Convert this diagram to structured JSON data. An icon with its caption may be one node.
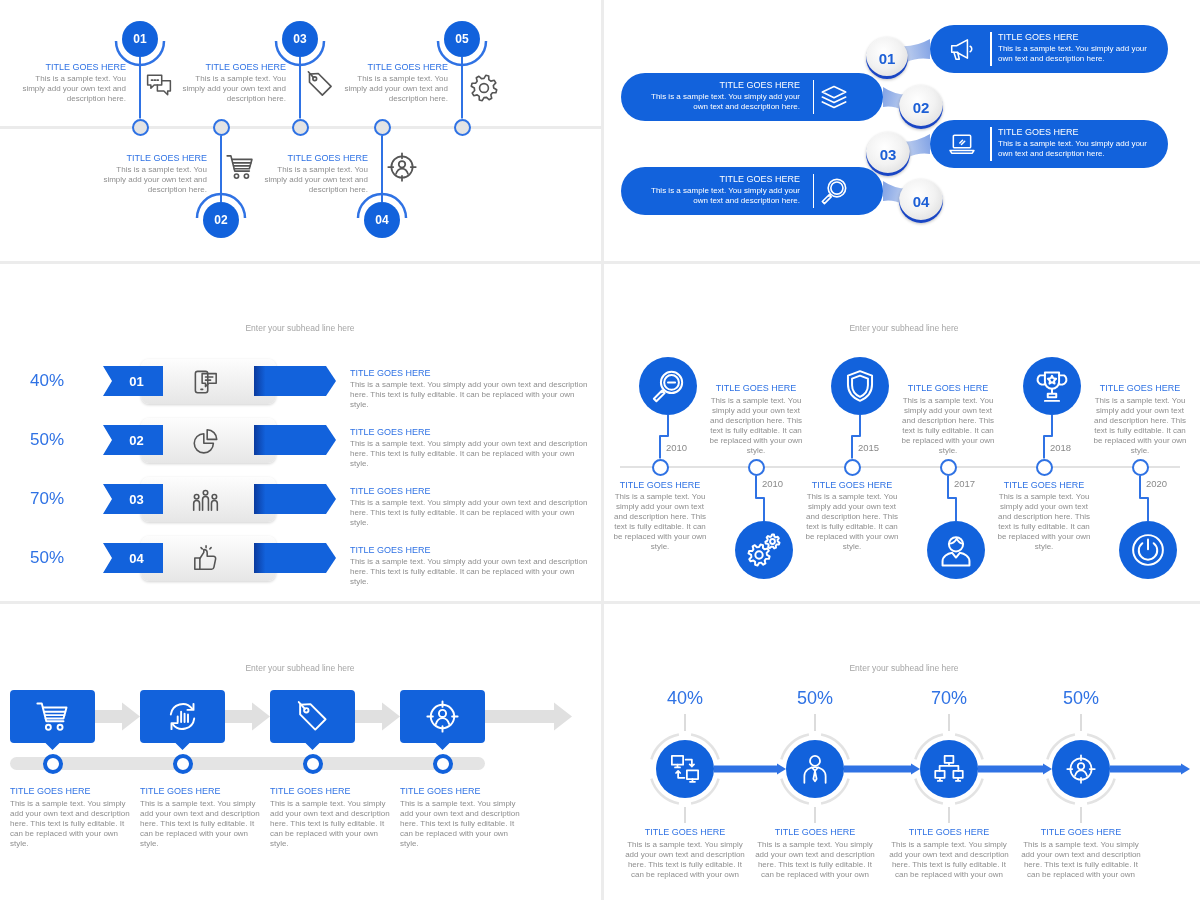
{
  "diagram": {
    "nodes": [
      {
        "text": [
          "01"
        ],
        "beside": [
          "TITLE GOES HERE",
          "This is a sample text. You simply add your own text and description here."
        ]
      },
      {
        "text": [],
        "shape": "circle"
      },
      {
        "text": [
          "02"
        ],
        "beside": [
          "TITLE GOES HERE",
          "This is a sample text. You simply add your own text and description here."
        ]
      },
      {
        "text": [],
        "shape": "circle"
      },
      {
        "text": [
          "03"
        ],
        "beside": [
          "TITLE GOES HERE",
          "This is a sample text. You simply add your own text and description here."
        ]
      },
      {
        "text": [],
        "shape": "circle"
      },
      {
        "text": [
          "04"
        ],
        "beside": [
          "TITLE GOES HERE",
          "This is a sample text. You simply add your own text and description here."
        ]
      },
      {
        "text": [],
        "shape": "circle"
      },
      {
        "text": [
          "05"
        ],
        "beside": [
          "TITLE GOES HERE",
          "This is a sample text. You simply add your own text and description here."
        ]
      },
      {
        "text": [],
        "shape": "circle"
      },
      {
        "text": [
          "01"
        ]
      },
      {
        "text": [
          "TITLE GOES HERE",
          "This is a sample text. You simply add your own text and description here."
        ]
      },
      {
        "text": [
          "TITLE GOES HERE",
          "This is a sample text. You simply add your own text and description here."
        ]
      },
      {
        "text": [
          "02"
        ]
      },
      {
        "text": [
          "03"
        ]
      },
      {
        "text": [
          "TITLE GOES HERE",
          "This is a sample text. You simply add your own text and description here."
        ]
      },
      {
        "text": [
          "TITLE GOES HERE",
          "This is a sample text. You simply add your own text and description here."
        ]
      },
      {
        "text": [
          "04"
        ]
      },
      {
        "text": [
          "01"
        ],
        "beside": [
          "40%",
          "TITLE GOES HERE",
          "This is a sample text. You simply add your own text and description here. This text is fully editable. It can be replaced with your own style."
        ]
      },
      {
        "text": [
          "02"
        ],
        "beside": [
          "50%",
          "TITLE GOES HERE",
          "This is a sample text. You simply add your own text and description here. This text is fully editable. It can be replaced with your own style."
        ]
      },
      {
        "text": [
          "03"
        ],
        "beside": [
          "70%",
          "TITLE GOES HERE",
          "This is a sample text. You simply add your own text and description here. This text is fully editable. It can be replaced with your own style."
        ]
      },
      {
        "text": [
          "04"
        ],
        "beside": [
          "50%",
          "TITLE GOES HERE",
          "This is a sample text. You simply add your own text and description here. This text is fully editable. It can be replaced with your own style."
        ]
      },
      {
        "text": [],
        "shape": "circle"
      },
      {
        "text": [],
        "shape": "circle",
        "beside": [
          "TITLE GOES HERE",
          "This is a sample text. You simply add your own text and description here. This text is fully editable. It can be replaced with your own style."
        ]
      },
      {
        "text": [],
        "shape": "circle"
      },
      {
        "text": [],
        "shape": "circle",
        "beside": [
          "TITLE GOES HERE",
          "This is a sample text. You simply add your own text and description here. This text is fully editable. It can be replaced with your own style."
        ]
      },
      {
        "text": [],
        "shape": "circle"
      },
      {
        "text": [],
        "shape": "circle",
        "beside": [
          "TITLE GOES HERE",
          "This is a sample text. You simply add your own text and description here. This text is fully editable. It can be replaced with your own style."
        ]
      },
      {
        "text": [],
        "shape": "circle"
      },
      {
        "text": [],
        "shape": "circle",
        "beside": [
          "TITLE GOES HERE",
          "This is a sample text. You simply add your own text and description here. This text is fully editable. It can be replaced with your own style."
        ]
      },
      {
        "text": [],
        "shape": "circle"
      },
      {
        "text": [],
        "shape": "circle",
        "beside": [
          "TITLE GOES HERE",
          "This is a sample text. You simply add your own text and description here. This text is fully editable. It can be replaced with your own style."
        ]
      },
      {
        "text": [],
        "shape": "circle"
      },
      {
        "text": [],
        "shape": "circle",
        "beside": [
          "TITLE GOES HERE",
          "This is a sample text. You simply add your own text and description here. This text is fully editable. It can be replaced with your own style."
        ]
      },
      {
        "text": [],
        "shape": "box",
        "beside": [
          "TITLE GOES HERE",
          "This is a sample text. You simply add your own text and description here. This text is fully editable. It can be replaced with your own style."
        ]
      },
      {
        "text": [],
        "shape": "box",
        "beside": [
          "TITLE GOES HERE",
          "This is a sample text. You simply add your own text and description here. This text is fully editable. It can be replaced with your own style."
        ]
      },
      {
        "text": [],
        "shape": "box",
        "beside": [
          "TITLE GOES HERE",
          "This is a sample text. You simply add your own text and description here. This text is fully editable. It can be replaced with your own style."
        ]
      },
      {
        "text": [],
        "shape": "box",
        "beside": [
          "TITLE GOES HERE",
          "This is a sample text. You simply add your own text and description here. This text is fully editable. It can be replaced with your own style."
        ]
      },
      {
        "text": [],
        "shape": "circle",
        "beside": [
          "40%",
          "TITLE GOES HERE",
          "This is a sample text. You simply add your own text and description here. This text is fully editable. It can be replaced with your own"
        ]
      },
      {
        "text": [],
        "shape": "circle",
        "beside": [
          "50%",
          "TITLE GOES HERE",
          "This is a sample text. You simply add your own text and description here. This text is fully editable. It can be replaced with your own"
        ]
      },
      {
        "text": [],
        "shape": "circle",
        "beside": [
          "70%",
          "TITLE GOES HERE",
          "This is a sample text. You simply add your own text and description here. This text is fully editable. It can be replaced with your own"
        ]
      },
      {
        "text": [],
        "shape": "circle",
        "beside": [
          "50%",
          "TITLE GOES HERE",
          "This is a sample text. You simply add your own text and description here. This text is fully editable. It can be replaced with your own"
        ]
      }
    ],
    "edges": [
      {
        "from": 0,
        "to": 1,
        "arrow": "none"
      },
      {
        "from": 2,
        "to": 3,
        "arrow": "none"
      },
      {
        "from": 4,
        "to": 5,
        "arrow": "none"
      },
      {
        "from": 6,
        "to": 7,
        "arrow": "none"
      },
      {
        "from": 8,
        "to": 9,
        "arrow": "none"
      },
      {
        "from": 22,
        "to": 23,
        "arrow": "none",
        "label": "2010"
      },
      {
        "from": 24,
        "to": 25,
        "arrow": "none",
        "label": "2010"
      },
      {
        "from": 26,
        "to": 27,
        "arrow": "none",
        "label": "2015"
      },
      {
        "from": 28,
        "to": 29,
        "arrow": "none",
        "label": "2017"
      },
      {
        "from": 30,
        "to": 31,
        "arrow": "none",
        "label": "2018"
      },
      {
        "from": 32,
        "to": 33,
        "arrow": "none",
        "label": "2020"
      },
      {
        "from": 34,
        "to": 35,
        "arrow": "to",
        "style": "thick",
        "color": "#e0e0e0"
      },
      {
        "from": 35,
        "to": 36,
        "arrow": "to",
        "style": "thick",
        "color": "#e0e0e0"
      },
      {
        "from": 36,
        "to": 37,
        "arrow": "to",
        "style": "thick",
        "color": "#e0e0e0"
      },
      {
        "from": 37,
        "to": null,
        "arrow": "to",
        "style": "thick",
        "color": "#e0e0e0"
      },
      {
        "from": 38,
        "to": 39,
        "arrow": "to",
        "style": "thick"
      },
      {
        "from": 39,
        "to": 40,
        "arrow": "to",
        "style": "thick"
      },
      {
        "from": 40,
        "to": 41,
        "arrow": "to",
        "style": "thick"
      },
      {
        "from": 41,
        "to": null,
        "arrow": "to",
        "style": "thick"
      }
    ],
    "labels": [
      "Enter your subhead line here",
      "Enter your subhead line here",
      "Enter your subhead line here",
      "Enter your subhead line here"
    ]
  }
}
